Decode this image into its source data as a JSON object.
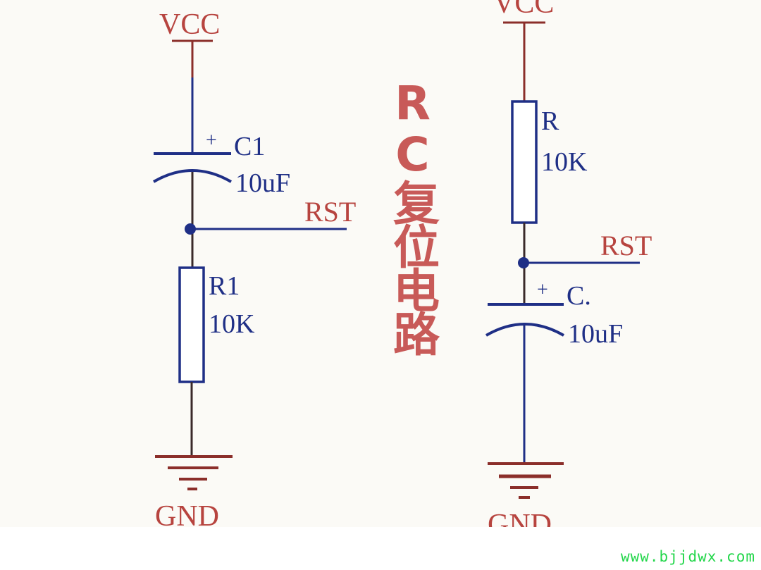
{
  "title": "RC复位电路",
  "watermark": "www.bjjdwx.com",
  "colors": {
    "wire_red": "#8b2e2a",
    "wire_blue": "#1f2f86",
    "label_red": "#b7443f",
    "label_blue": "#1f2f86",
    "title": "#c85a58",
    "watermark": "#22d64a",
    "background": "#fbfaf6"
  },
  "circuit_left": {
    "vcc_label": "VCC",
    "capacitor": {
      "designator": "C1",
      "value": "10uF",
      "polarity_mark": "+"
    },
    "output_label": "RST",
    "resistor": {
      "designator": "R1",
      "value": "10K"
    },
    "gnd_label": "GND"
  },
  "circuit_right": {
    "vcc_label": "VCC",
    "resistor": {
      "designator": "R",
      "value": "10K"
    },
    "output_label": "RST",
    "capacitor": {
      "designator": "C.",
      "value": "10uF",
      "polarity_mark": "+"
    },
    "gnd_label": "GND"
  }
}
